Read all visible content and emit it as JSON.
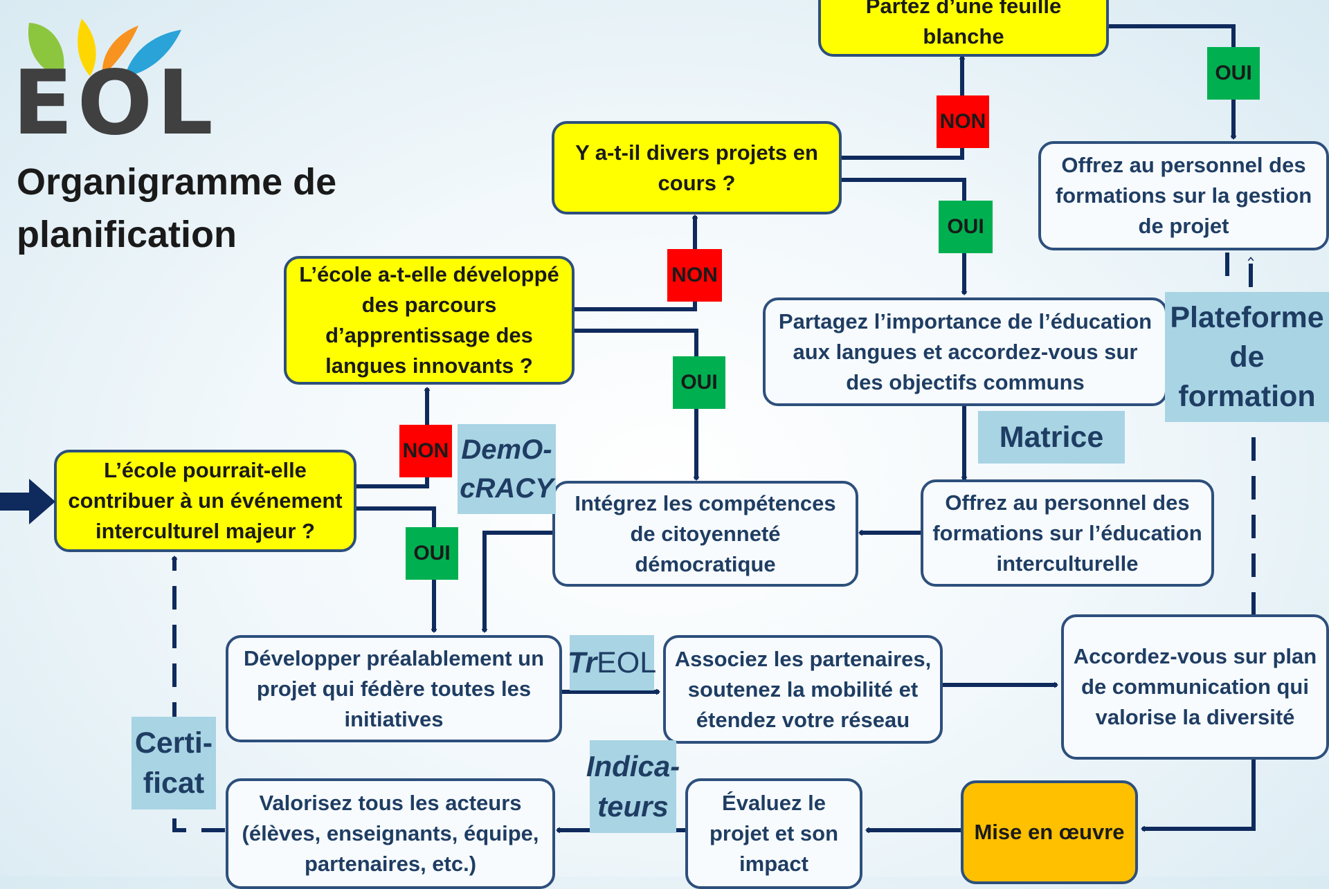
{
  "logo": {
    "text": "EOL",
    "leaf_colors": [
      "#8cc63f",
      "#ffd700",
      "#f7931e",
      "#29a3d8"
    ]
  },
  "title": "Organigramme de planification",
  "colors": {
    "question": "#ffff00",
    "action": "#f7fbfd",
    "border": "#2d4f7c",
    "text": "#1f3d63",
    "non": "#ff0000",
    "oui": "#00b050",
    "implementation": "#ffc000",
    "tool": "#a8d4e4"
  },
  "nodes": {
    "feuille_blanche": "Partez d’une feuille blanche",
    "divers_projets": "Y a-t-il divers projets en cours ?",
    "parcours": "L’école a-t-elle développé des parcours d’apprentissage des langues innovants ?",
    "evenement": "L’école pourrait-elle contribuer à un événement interculturel majeur ?",
    "formation_gestion": "Offrez au personnel des formations sur la gestion de projet",
    "partagez": "Partagez l’importance de l’éducation aux langues et accordez-vous sur des objectifs communs",
    "competences": "Intégrez les compétences de citoyenneté démocratique",
    "formation_interculturelle": "Offrez au personnel des formations sur l’éducation interculturelle",
    "developper": "Développer préalablement un projet qui fédère toutes les initiatives",
    "associez": "Associez les partenaires, soutenez la mobilité et étendez votre réseau",
    "communication": "Accordez-vous sur plan de communication qui valorise la diversité",
    "mise_en_oeuvre": "Mise en œuvre",
    "evaluez": "Évaluez le projet et son impact",
    "valorisez": "Valorisez tous les acteurs (élèves, enseignants, équipe, partenaires, etc.)"
  },
  "labels": {
    "non": "NON",
    "oui": "OUI"
  },
  "tools": {
    "plateforme": "Plateforme de formation",
    "matrice": "Matrice",
    "democracy": "DemO-cRACY",
    "treol_tr": "Tr",
    "treol_eol": "EOL",
    "indicateurs": "Indica-teurs",
    "certificat": "Certi-ficat"
  }
}
